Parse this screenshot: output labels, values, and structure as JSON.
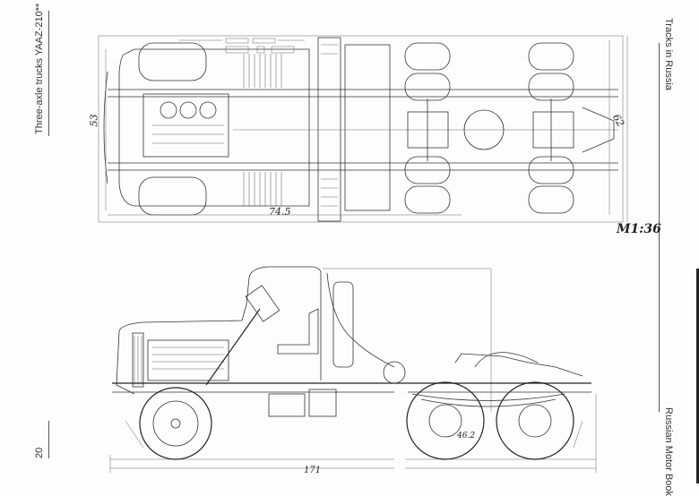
{
  "header": {
    "left_title": "Three-axle trucks YAAZ-210**",
    "right_title": "Tracks in Russia"
  },
  "footer": {
    "page_number": "20",
    "book_title": "Russian Motor Book"
  },
  "annotations": {
    "scale": "M1:36",
    "plan_width_front": "53",
    "plan_width_rear": "62",
    "plan_length_dim": "74.5",
    "side_overall_length": "171",
    "side_rear_dim": "46.2"
  }
}
